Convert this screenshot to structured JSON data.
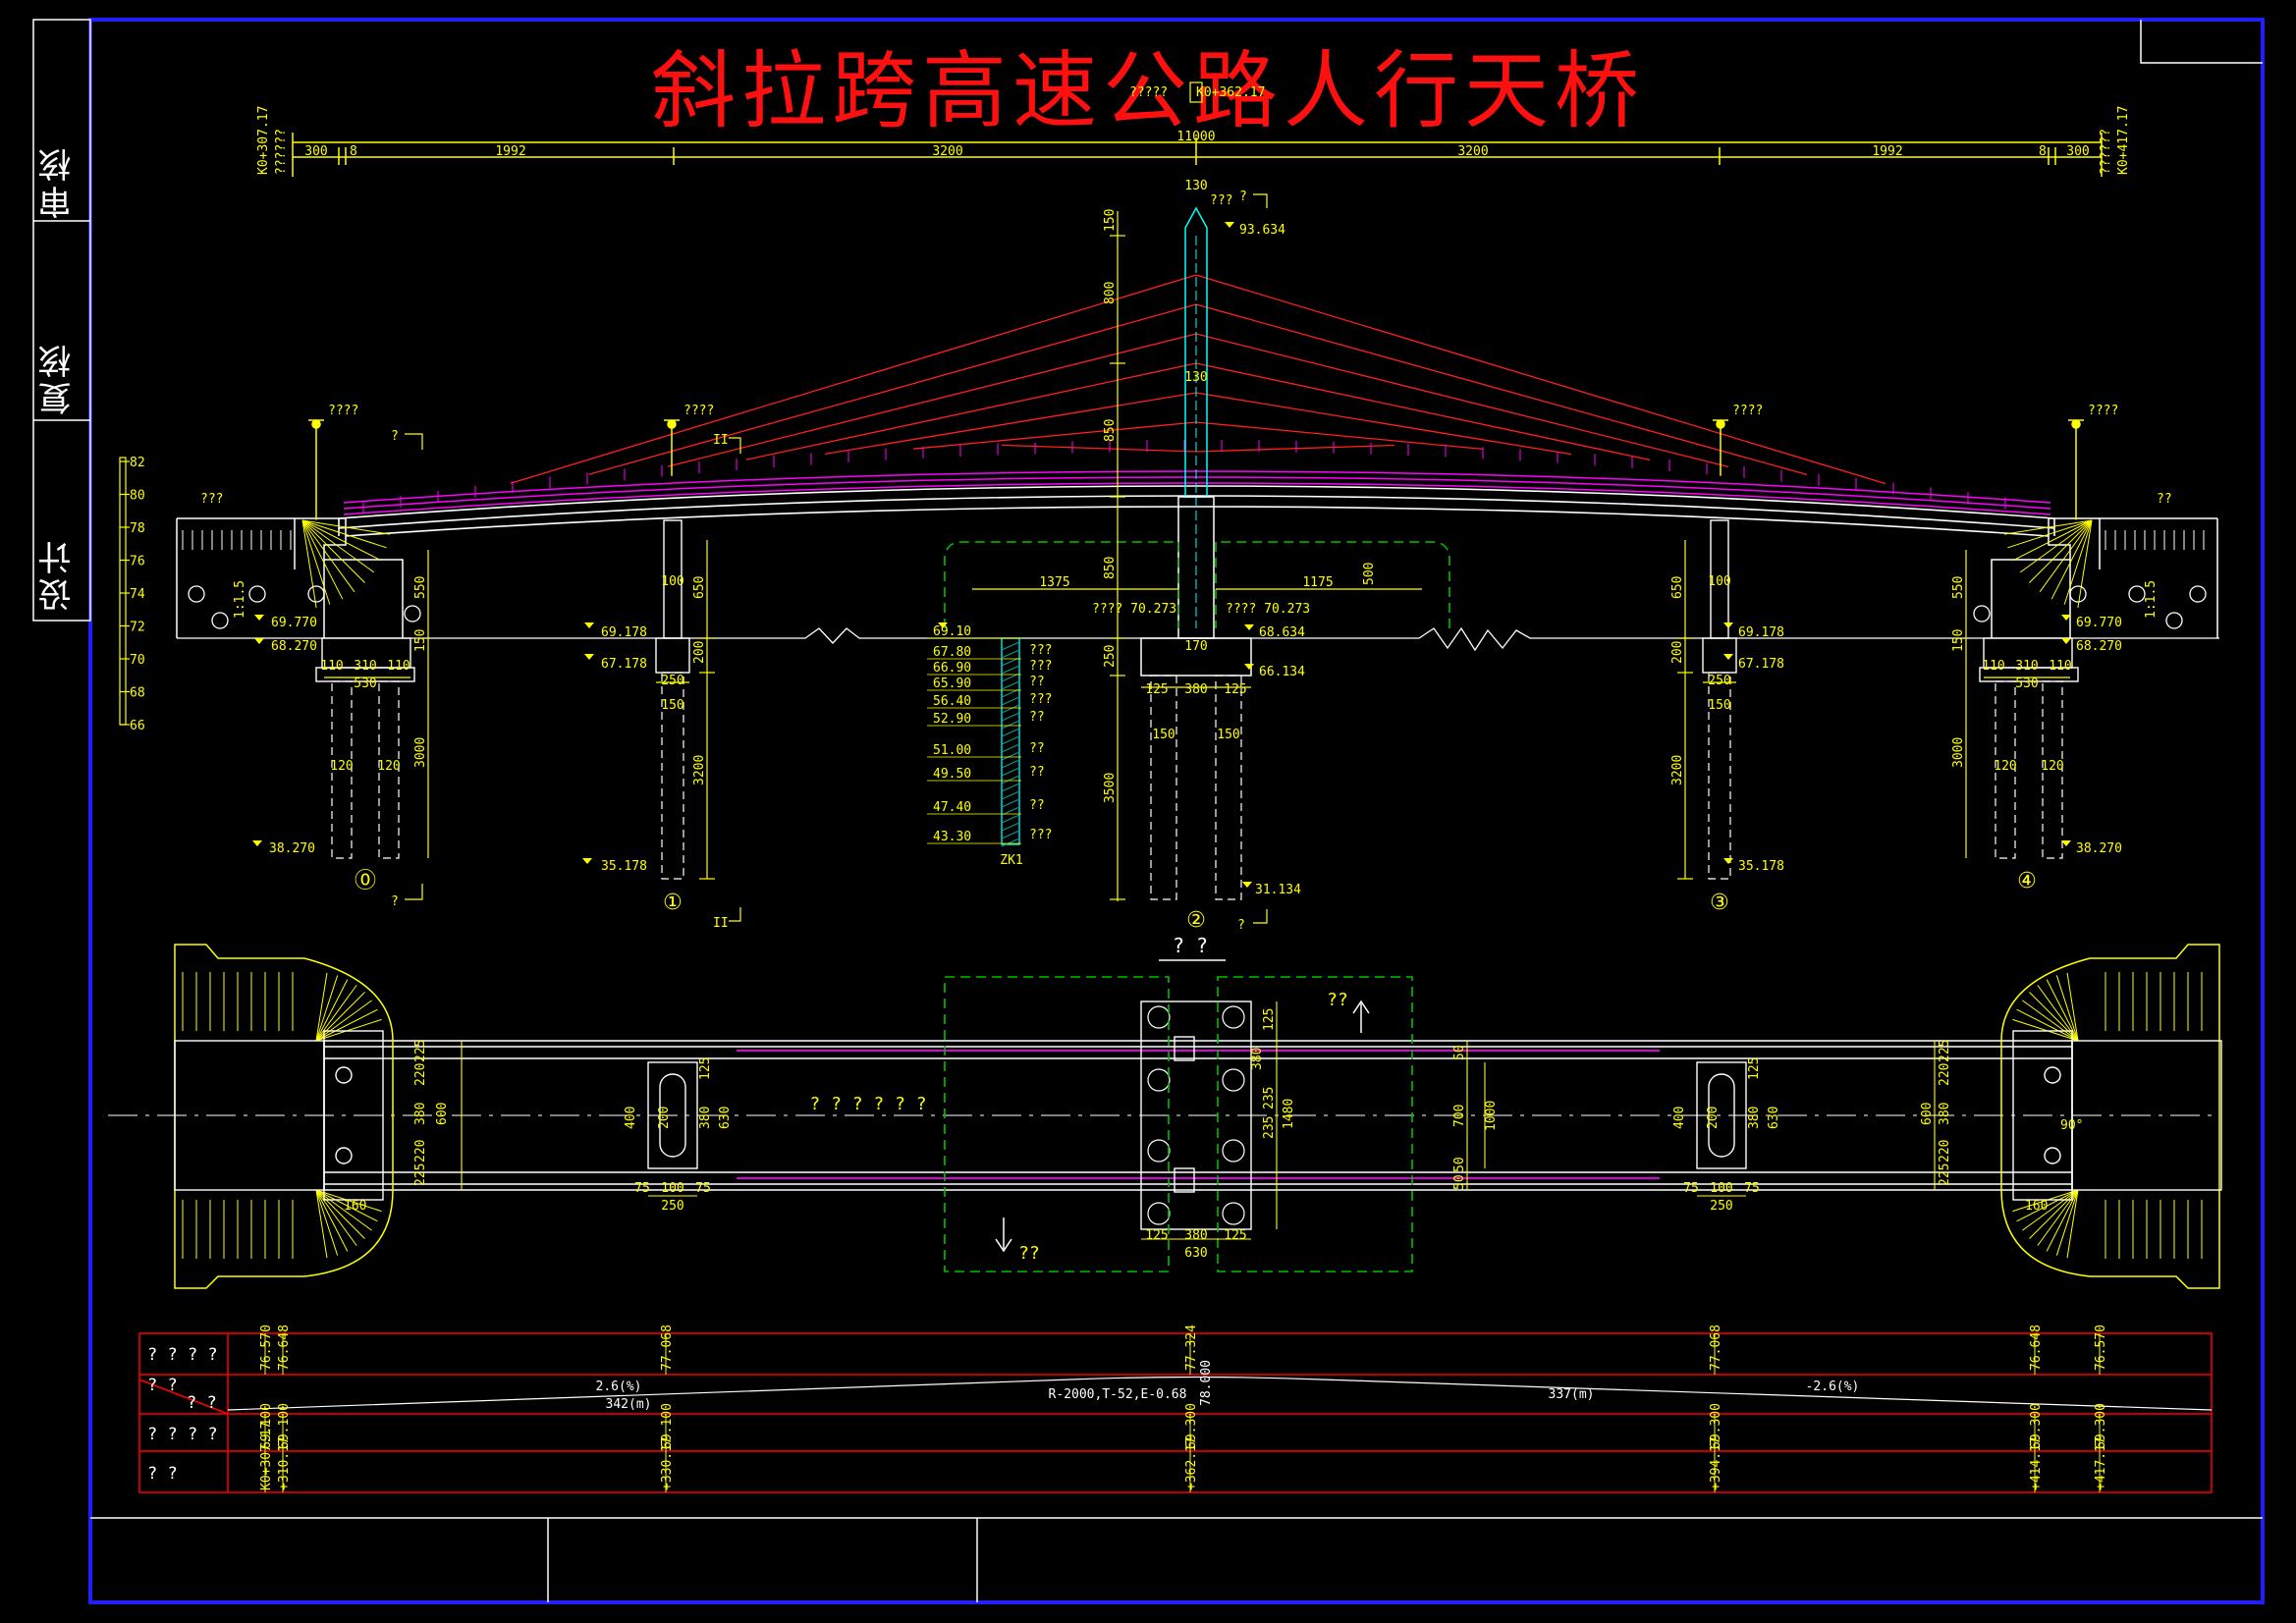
{
  "title": "斜拉跨高速公路人行天桥",
  "side_labels": [
    "审核",
    "复核",
    "设计"
  ],
  "colors": {
    "background": "#000000",
    "frame": "#2020ff",
    "line": "#ffffff",
    "dimension": "#ffff00",
    "cable": "#ff2020",
    "railing": "#ff00ff",
    "green_box": "#00c000",
    "tower": "#00ffff",
    "table": "#ff0000",
    "title": "#ff1010"
  },
  "stations": {
    "left": "K0+307.17",
    "center": "K0+362.17",
    "right": "K0+417.17",
    "unknown_left": "??????",
    "unknown_center": "?????",
    "unknown_right": "??????"
  },
  "top_dimensions": {
    "total": "11000",
    "segments": [
      "300",
      "8",
      "1992",
      "3200",
      "3200",
      "1992",
      "8",
      "300"
    ]
  },
  "tower": {
    "top_width": "130",
    "mid_width": "130",
    "top_elev": "93.634",
    "heights": [
      "150",
      "800",
      "850",
      "850",
      "250",
      "3500"
    ],
    "base_width": "170",
    "cap_dims": [
      "125",
      "380",
      "125"
    ],
    "pile_dims": [
      "150",
      "150"
    ],
    "cap_elev": "68.634",
    "cap_bottom_elev": "66.134",
    "pile_tip_elev": "31.134",
    "q_mark": "???"
  },
  "deck_labels": {
    "span_left": "1375",
    "span_right": "1175",
    "deck_left": "???? 70.273",
    "deck_right": "???? 70.273",
    "depth": "500"
  },
  "piers": {
    "p0": {
      "mark": "⓪",
      "elev_top": "69.770",
      "elev_cap": "68.270",
      "elev_tip": "38.270",
      "dims": [
        "110",
        "310",
        "110"
      ],
      "cap_width": "530",
      "piles": [
        "120",
        "120"
      ],
      "pile_len": "3000",
      "slope": "1:1.5",
      "wall": "550",
      "cap_h": "150"
    },
    "p1": {
      "mark": "①",
      "elev_top": "69.178",
      "elev_cap": "67.178",
      "elev_tip": "35.178",
      "col_w": "100",
      "col_h": "650",
      "cap_h": "200",
      "cap_w": "250",
      "pile": "150",
      "pile_len": "3200"
    },
    "p2": {
      "mark": "②"
    },
    "p3": {
      "mark": "③",
      "elev_top": "69.178",
      "elev_cap": "67.178",
      "elev_tip": "35.178",
      "col_w": "100",
      "col_h": "650",
      "cap_h": "200",
      "cap_w": "250",
      "pile": "150",
      "pile_len": "3200"
    },
    "p4": {
      "mark": "④",
      "elev_top": "69.770",
      "elev_cap": "68.270",
      "elev_tip": "38.270",
      "dims": [
        "110",
        "310",
        "110"
      ],
      "cap_width": "530",
      "piles": [
        "120",
        "120"
      ],
      "pile_len": "3000",
      "slope": "1:1.5",
      "wall": "550",
      "cap_h": "150"
    }
  },
  "borehole": {
    "id": "ZK1",
    "top": "69.10",
    "layers": [
      "67.80",
      "66.90",
      "65.90",
      "56.40",
      "52.90",
      "51.00",
      "49.50",
      "47.40",
      "43.30"
    ],
    "notes": [
      "???",
      "???",
      "??",
      "???",
      "??",
      "??",
      "??",
      "??",
      "???"
    ]
  },
  "elevation_scale": [
    "82",
    "80",
    "78",
    "76",
    "74",
    "72",
    "70",
    "68",
    "66"
  ],
  "section_marks": {
    "sec2": "II",
    "q1": "?",
    "lamp_label": "????",
    "left_note": "???",
    "right_note": "??"
  },
  "plan": {
    "title_mark": "?  ?",
    "deck_label": "? ? ? ? ? ?",
    "arrow_up_note": "??",
    "arrow_down_note": "??",
    "left_dims": [
      "225",
      "220",
      "380",
      "600",
      "220",
      "225"
    ],
    "abut_dims": [
      "160",
      "160"
    ],
    "pier_dims": [
      "400",
      "200",
      "125",
      "380",
      "630",
      "75",
      "100",
      "75",
      "250"
    ],
    "tower_dims": [
      "125",
      "380",
      "125",
      "630",
      "125",
      "235",
      "235",
      "1480",
      "380",
      "50",
      "700",
      "1000",
      "50",
      "50"
    ],
    "angle": "90°"
  },
  "profile_table": {
    "row_labels": [
      "? ? ? ?",
      "? ?",
      "? ?",
      "? ? ? ?",
      "?      ?"
    ],
    "design_elev": [
      "76.570",
      "76.648",
      "77.068",
      "77.324",
      "77.068",
      "76.648",
      "76.570"
    ],
    "curve": "R-2000,T-52,E-0.68",
    "vertex_elev": "78.000",
    "grade_left": "2.6(%)",
    "grade_left_len": "342(m)",
    "grade_right": "-2.6(%)",
    "grade_right_len": "337(m)",
    "ground_elev": [
      "69.100",
      "69.100",
      "69.100",
      "69.300",
      "69.300",
      "69.300",
      "69.300"
    ],
    "stations": [
      "K0+307.17",
      "+310.17",
      "+330.17",
      "+362.17",
      "+394.17",
      "+414.17",
      "+417.17"
    ]
  }
}
